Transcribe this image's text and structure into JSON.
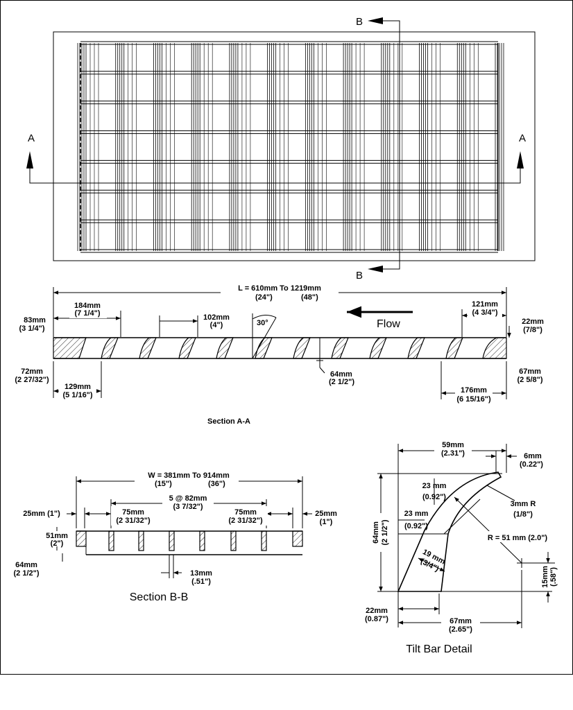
{
  "plan": {
    "section_a_marker": "A",
    "section_b_marker": "B"
  },
  "section_a": {
    "title": "Section A-A",
    "flow_label": "Flow",
    "angle_label": "30°",
    "length_mm": "L = 610mm To 1219mm",
    "length_in_1": "(24\")",
    "length_in_2": "(48\")",
    "d184_mm": "184mm",
    "d184_in": "(7 1/4\")",
    "d83_mm": "83mm",
    "d83_in": "(3 1/4\")",
    "d102_mm": "102mm",
    "d102_in": "(4\")",
    "d121_mm": "121mm",
    "d121_in": "(4 3/4\")",
    "d22_mm": "22mm",
    "d22_in": "(7/8\")",
    "d72_mm": "72mm",
    "d72_in": "(2 27/32\")",
    "d129_mm": "129mm",
    "d129_in": "(5 1/16\")",
    "d64_mm": "64mm",
    "d64_in": "(2 1/2\")",
    "d176_mm": "176mm",
    "d176_in": "(6 15/16\")",
    "d67_mm": "67mm",
    "d67_in": "(2 5/8\")"
  },
  "section_b": {
    "title": "Section B-B",
    "width_mm": "W = 381mm To 914mm",
    "width_in_1": "(15\")",
    "width_in_2": "(36\")",
    "spacing_mm": "5 @ 82mm",
    "spacing_in": "(3 7/32\")",
    "d25_left": "25mm (1\")",
    "d75_mm": "75mm",
    "d75_in": "(2 31/32\")",
    "d25_right_mm": "25mm",
    "d25_right_in": "(1\")",
    "d51_mm": "51mm",
    "d51_in": "(2\")",
    "d64_mm": "64mm",
    "d64_in": "(2 1/2\")",
    "d13_mm": "13mm",
    "d13_in": "(.51\")"
  },
  "tilt_bar": {
    "title": "Tilt Bar Detail",
    "d59_mm": "59mm",
    "d59_in": "(2.31\")",
    "d6_mm": "6mm",
    "d6_in": "(0.22\")",
    "d23a_mm": "23 mm",
    "d23a_in": "(0.92\")",
    "d23b_mm": "23 mm",
    "d23b_in": "(0.92\")",
    "d3r_mm": "3mm R",
    "d3r_in": "(1/8\")",
    "radius": "R = 51 mm (2.0\")",
    "d64_mm": "64mm",
    "d64_in": "(2 1/2\")",
    "d19_mm": "19 mm",
    "d19_in": "(3/4\")",
    "d15_mm": "15mm",
    "d15_in": "(.58\")",
    "d22_mm": "22mm",
    "d22_in": "(0.87\")",
    "d67_mm": "67mm",
    "d67_in": "(2.65\")"
  }
}
